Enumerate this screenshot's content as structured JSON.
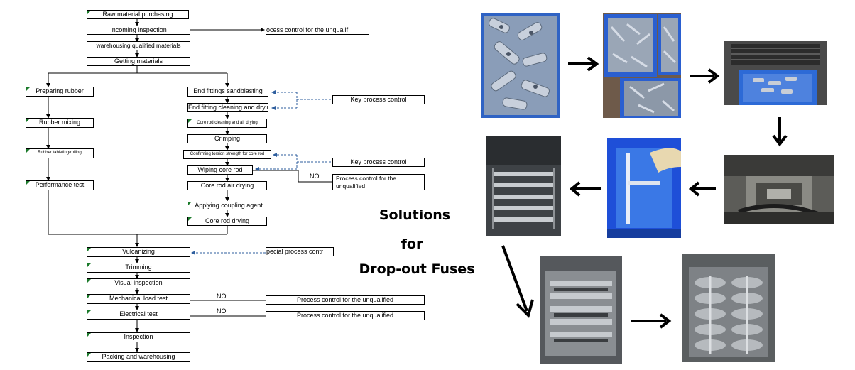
{
  "flowchart": {
    "main": [
      "Raw material purchasing",
      "Incoming inspection",
      "warehousing qualified materials",
      "Getting materials"
    ],
    "rubber": [
      "Preparing rubber",
      "Rubber mixing",
      "Rubber tableting/rolling",
      "Performance test"
    ],
    "fittings": [
      "End fittings sandblasting",
      "End fitting cleaning and drying",
      "Core rod cleaning and air drying",
      "Crimping",
      "Confirming torsion strength for core rod",
      "Wiping core rod",
      "Core rod air drying",
      "Applying coupling agent",
      "Core rod drying"
    ],
    "lower": [
      "Vulcanizing",
      "Trimming",
      "Visual inspection",
      "Mechanical load test",
      "Electrical test",
      "Inspection",
      "Packing and warehousing"
    ],
    "side": {
      "incoming_control": "ocess control for the unqualif",
      "key_control_1": "Key process control",
      "key_control_2": "Key process control",
      "process_control_wiping": "Process control for the unqualified",
      "special_control": "pecial process contr",
      "mech_control": "Process control for the unqualified",
      "elec_control": "Process control for the unqualified"
    },
    "no_labels": [
      "NO",
      "NO",
      "NO"
    ]
  },
  "title": {
    "line1": "Solutions",
    "line2": "for",
    "line3": "Drop-out Fuses"
  },
  "photos": [
    {
      "name": "photo-fittings-blue-crate-closeup",
      "arrow_after": "right-arrow-icon"
    },
    {
      "name": "photo-fittings-blue-crates",
      "arrow_after": "right-arrow-icon"
    },
    {
      "name": "photo-sandblasting-machine",
      "arrow_after": "down-arrow-icon"
    },
    {
      "name": "photo-crimping-machine",
      "arrow_after": "left-arrow-icon"
    },
    {
      "name": "photo-wiping-core-rod",
      "arrow_after": "left-arrow-icon"
    },
    {
      "name": "photo-drying-rack",
      "arrow_after": "down-right-arrow-icon"
    },
    {
      "name": "photo-vulcanizing-mold",
      "arrow_after": "right-arrow-icon"
    },
    {
      "name": "photo-vulcanized-sheds",
      "arrow_after": ""
    }
  ]
}
